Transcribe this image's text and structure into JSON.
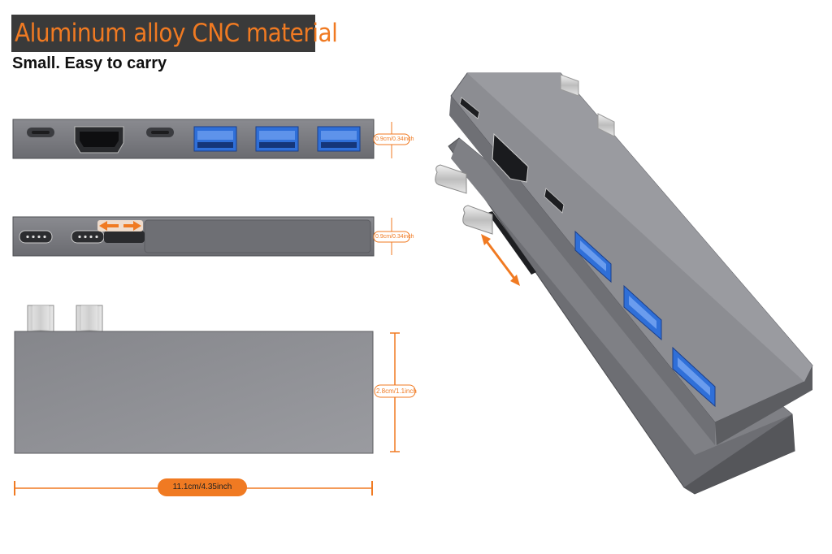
{
  "headline": "Aluminum alloy CNC material",
  "tagline": "Small. Easy to carry",
  "dimensions": {
    "front_height": "0.9cm/0.34inch",
    "side_height": "0.9cm/0.34inch",
    "top_width": "2.8cm/1.1inch",
    "length": "11.1cm/4.35inch"
  },
  "colors": {
    "accent": "#f07a22",
    "banner": "#3a3a3a",
    "body_gray": "#7a7b80",
    "usb_blue": "#2f6fd8"
  },
  "ports_front": [
    "usb-c-port",
    "hdmi-port",
    "usb-c-port",
    "usb-a-3.0-port",
    "usb-a-3.0-port",
    "usb-a-3.0-port"
  ]
}
